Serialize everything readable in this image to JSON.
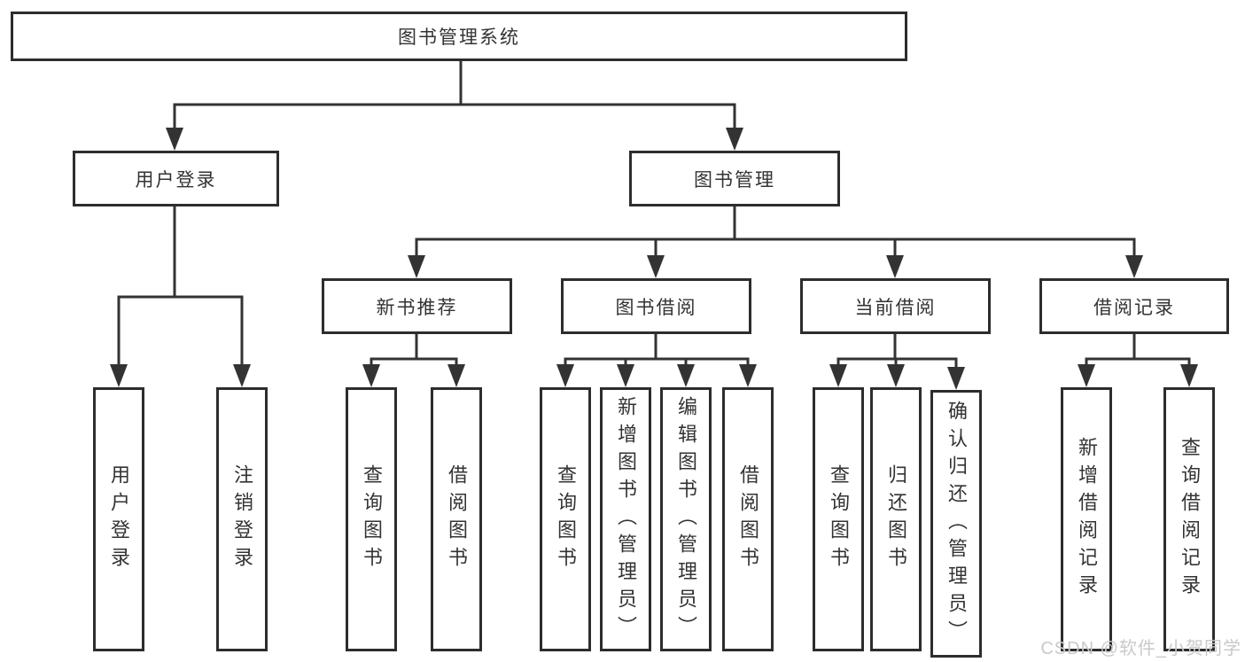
{
  "colors": {
    "line": "#333333",
    "box-border": "#2d2d2d",
    "text": "#333333",
    "watermark": "#c9c9c9",
    "background": "#ffffff"
  },
  "tree": {
    "label": "图书管理系统",
    "children": [
      {
        "label": "用户登录",
        "children": [
          {
            "label": "用户登录"
          },
          {
            "label": "注销登录"
          }
        ]
      },
      {
        "label": "图书管理",
        "children": [
          {
            "label": "新书推荐",
            "children": [
              {
                "label": "查询图书"
              },
              {
                "label": "借阅图书"
              }
            ]
          },
          {
            "label": "图书借阅",
            "children": [
              {
                "label": "查询图书"
              },
              {
                "label": "新增图书（管理员）"
              },
              {
                "label": "编辑图书（管理员）"
              },
              {
                "label": "借阅图书"
              }
            ]
          },
          {
            "label": "当前借阅",
            "children": [
              {
                "label": "查询图书"
              },
              {
                "label": "归还图书"
              },
              {
                "label": "确认归还（管理员）"
              }
            ]
          },
          {
            "label": "借阅记录",
            "children": [
              {
                "label": "新增借阅记录"
              },
              {
                "label": "查询借阅记录"
              }
            ]
          }
        ]
      }
    ]
  },
  "watermark": "CSDN @软件_小贺同学"
}
